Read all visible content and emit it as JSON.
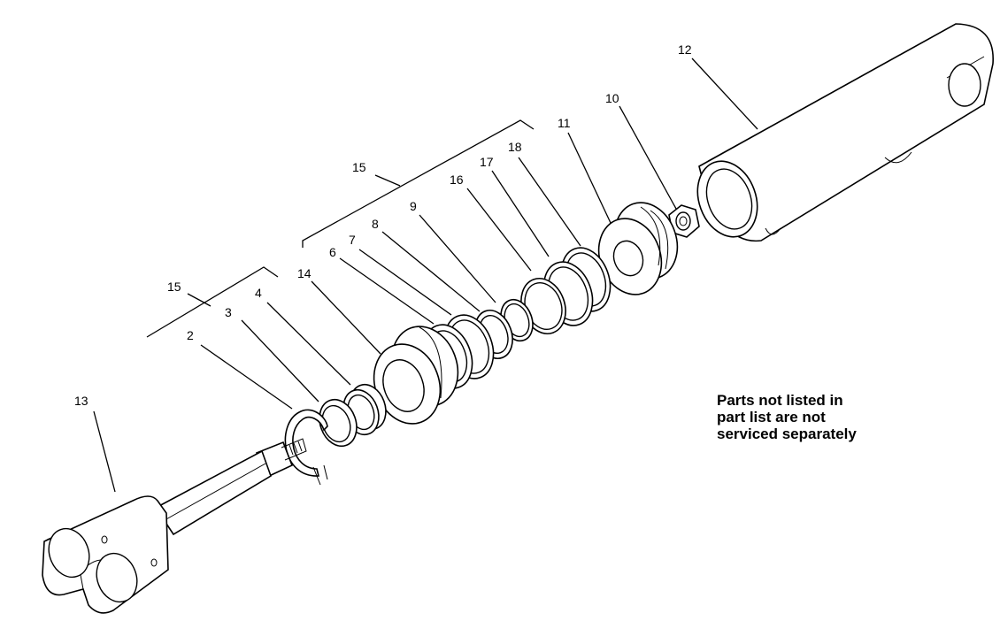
{
  "callouts": {
    "c2": "2",
    "c3": "3",
    "c4": "4",
    "c6": "6",
    "c7": "7",
    "c8": "8",
    "c9": "9",
    "c10": "10",
    "c11": "11",
    "c12": "12",
    "c13": "13",
    "c14": "14",
    "c15a": "15",
    "c15b": "15",
    "c16": "16",
    "c17": "17",
    "c18": "18"
  },
  "note": {
    "line1": "Parts not listed in",
    "line2": "part list are not",
    "line3": "serviced separately"
  }
}
